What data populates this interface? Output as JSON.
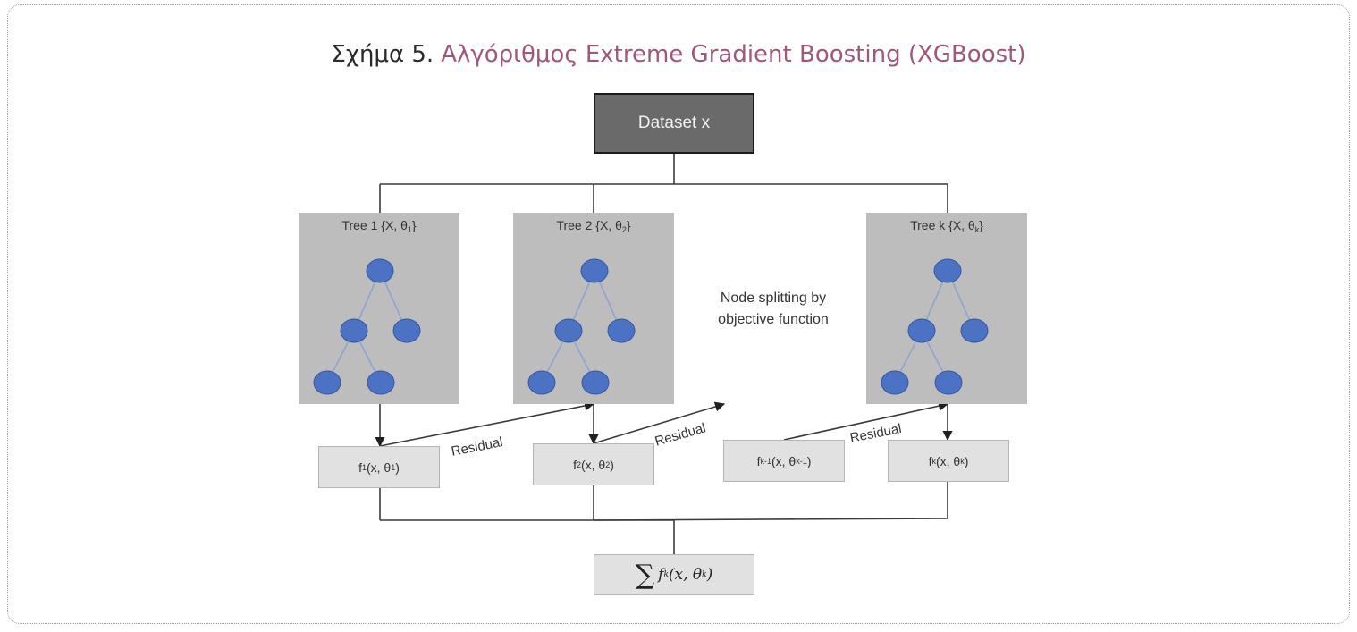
{
  "figure": {
    "caption_prefix": "Σχήμα 5.",
    "caption_title": "Αλγόριθμος Extreme Gradient Boosting (XGBoost)"
  },
  "dataset": {
    "label": "Dataset x"
  },
  "trees": [
    {
      "title_main": "Tree 1 {X, θ",
      "title_sub": "1",
      "title_end": "}"
    },
    {
      "title_main": "Tree 2 {X, θ",
      "title_sub": "2",
      "title_end": "}"
    },
    {
      "title_main": "Tree k {X, θ",
      "title_sub": "k",
      "title_end": "}"
    }
  ],
  "functions": [
    {
      "f": "f",
      "f_sub": "1",
      "args": "(x, θ",
      "theta_sub": "1",
      "close": ")"
    },
    {
      "f": "f",
      "f_sub": "2",
      "args": "(x, θ",
      "theta_sub": "2",
      "close": ")"
    },
    {
      "f": "f",
      "f_sub": "k-1",
      "args": "(x, θ",
      "theta_sub": "k-1",
      "close": ")"
    },
    {
      "f": "f",
      "f_sub": "k",
      "args": "(x, θ",
      "theta_sub": "k",
      "close": ")"
    }
  ],
  "residual_labels": [
    "Residual",
    "Residual",
    "Residual"
  ],
  "node_note": {
    "line1": "Node splitting by",
    "line2": "objective function"
  },
  "sum": {
    "symbol": "∑",
    "f": "f",
    "f_sub": "k",
    "args": "(x, θ",
    "theta_sub": "k",
    "close": ")"
  },
  "colors": {
    "node_fill": "#4c72c4",
    "node_stroke": "#33569e",
    "edge": "#8fa3cf",
    "connector": "#3a3a3a",
    "caption_accent": "#a1567c"
  }
}
